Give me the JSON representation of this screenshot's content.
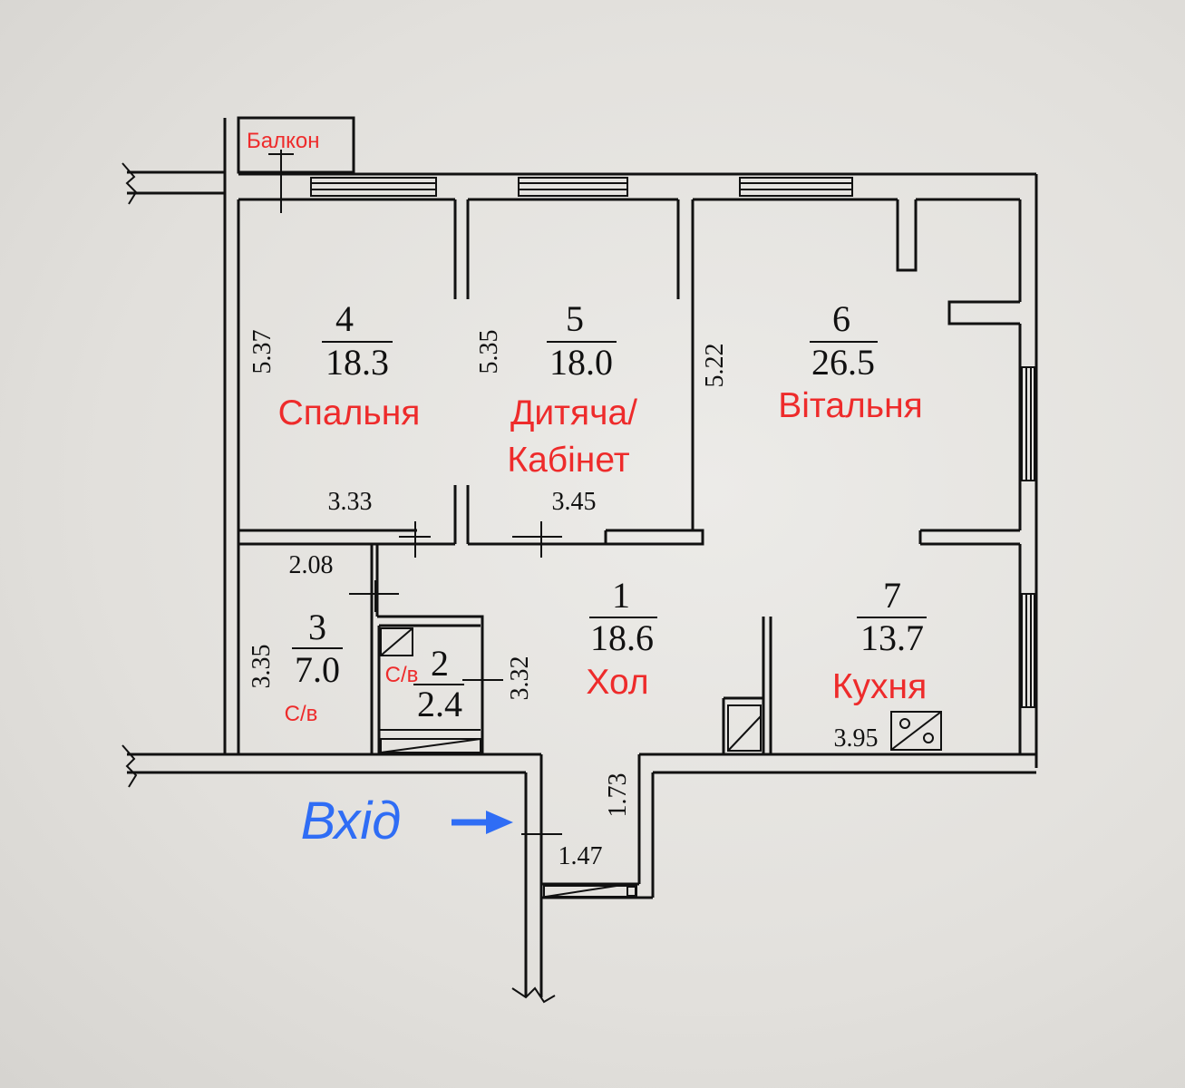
{
  "labels": {
    "balcony": "Балкон",
    "entrance": "Вхід",
    "sv_bath": "С/в",
    "sv_wc": "С/в"
  },
  "rooms": [
    {
      "id": "bedroom",
      "number": "4",
      "area": "18.3",
      "name": "Спальня",
      "width": "3.33",
      "length": "5.37"
    },
    {
      "id": "kids",
      "number": "5",
      "area": "18.0",
      "name_line1": "Дитяча/",
      "name_line2": "Кабінет",
      "width": "3.45",
      "length": "5.35"
    },
    {
      "id": "living",
      "number": "6",
      "area": "26.5",
      "name": "Вітальня",
      "length": "5.22"
    },
    {
      "id": "hall",
      "number": "1",
      "area": "18.6",
      "name": "Хол",
      "length": "3.32"
    },
    {
      "id": "bath",
      "number": "3",
      "area": "7.0",
      "width": "2.08",
      "length": "3.35"
    },
    {
      "id": "wc",
      "number": "2",
      "area": "2.4"
    },
    {
      "id": "kitchen",
      "number": "7",
      "area": "13.7",
      "name": "Кухня",
      "width": "3.95"
    }
  ],
  "corridor": {
    "length": "1.73",
    "width": "1.47"
  },
  "colors": {
    "annotation": "#ee2b2b",
    "entrance": "#2f6df5",
    "lines": "#111111"
  }
}
